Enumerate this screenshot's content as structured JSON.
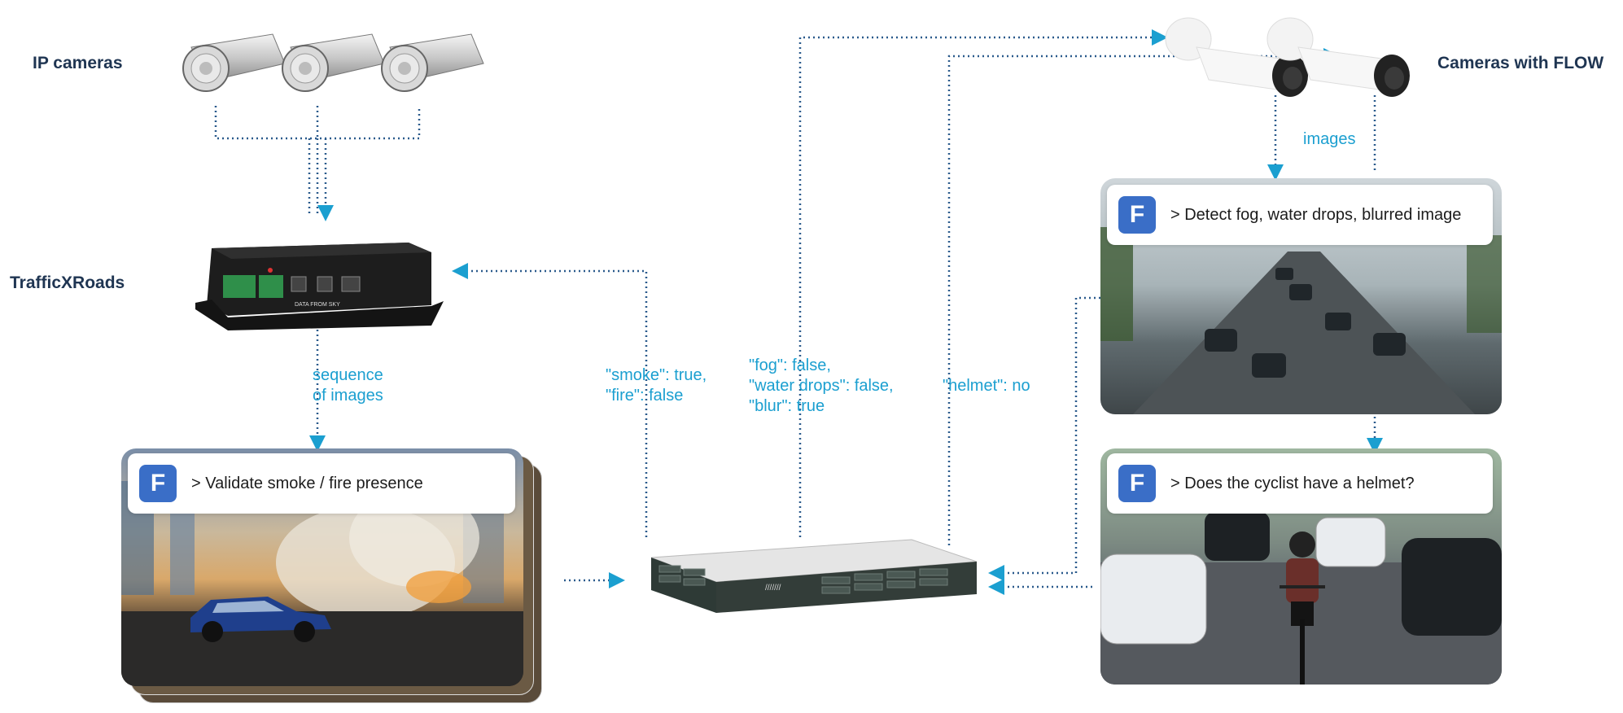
{
  "labels": {
    "ip_cameras": "IP cameras",
    "trafficxroads": "TrafficXRoads",
    "cameras_with_flow": "Cameras with FLOW"
  },
  "annotations": {
    "sequence_of_images": "sequence\nof images",
    "images": "images",
    "smoke_fire": "\"smoke\": true,\n\"fire\": false",
    "fog_water_blur": "\"fog\": false,\n\"water drops\": false,\n\"blur\": true",
    "helmet": "\"helmet\": no"
  },
  "panels": {
    "smoke": {
      "badge": "F",
      "prompt": ">  Validate smoke / fire presence"
    },
    "fog": {
      "badge": "F",
      "prompt": ">  Detect fog, water drops, blurred image"
    },
    "helmet": {
      "badge": "F",
      "prompt": ">  Does the cyclist have a helmet?"
    }
  },
  "device_labels": {
    "edge_box_brand": "DATA FROM SKY",
    "server_brand": "/////// "
  },
  "colors": {
    "title": "#1f3552",
    "annotation": "#1b9fd0",
    "connector": "#2a5a8c",
    "badge": "#3a6ec7"
  },
  "icons": [
    "ip-camera-icon",
    "flow-camera-icon",
    "edge-device-icon",
    "server-icon",
    "car-icon",
    "cyclist-icon"
  ]
}
